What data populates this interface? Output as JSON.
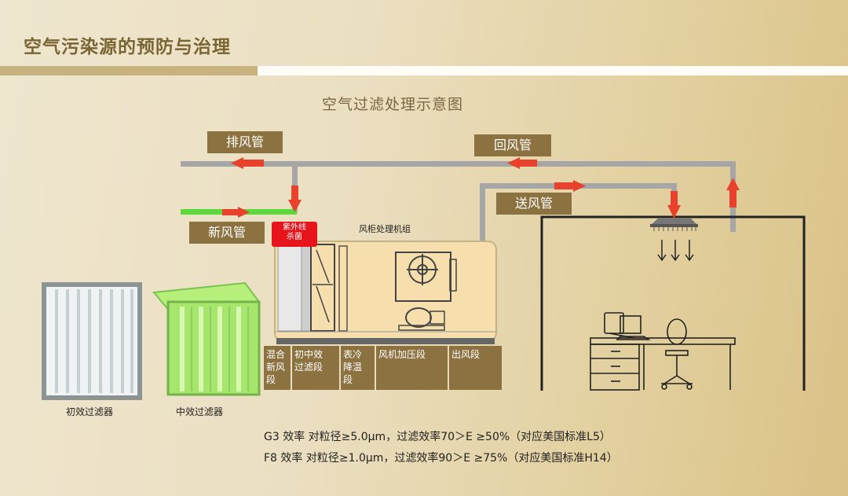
{
  "header": {
    "title": "空气污染源的预防与治理"
  },
  "diagram": {
    "title": "空气过滤处理示意图",
    "ducts": {
      "exhaust": "排风管",
      "return": "回风管",
      "supply": "送风管",
      "fresh": "新风管"
    },
    "uv_badge": [
      "紫外线",
      "杀菌"
    ],
    "unit_label": "风柜处理机组",
    "sections": [
      {
        "lines": [
          "混合",
          "新风",
          "段"
        ]
      },
      {
        "lines": [
          "初中效",
          "过滤段"
        ]
      },
      {
        "lines": [
          "表冷",
          "降温",
          "段"
        ]
      },
      {
        "lines": [
          "风机加压段"
        ]
      },
      {
        "lines": [
          "出风段"
        ]
      }
    ],
    "filters": {
      "primary": "初效过滤器",
      "medium": "中效过滤器"
    }
  },
  "specs": [
    "G3  效率  对粒径≥5.0μm，过滤效率70＞E ≥50%（对应美国标准L5）",
    "F8  效率  对粒径≥1.0μm，过滤效率90＞E ≥75%（对应美国标准H14）"
  ],
  "colors": {
    "accent_brown": "#8b7240",
    "arrow_red": "#e8412c",
    "fresh_green": "#5dd93c",
    "duct_gray": "#a6a6a6",
    "uv_red": "#e8141b"
  }
}
